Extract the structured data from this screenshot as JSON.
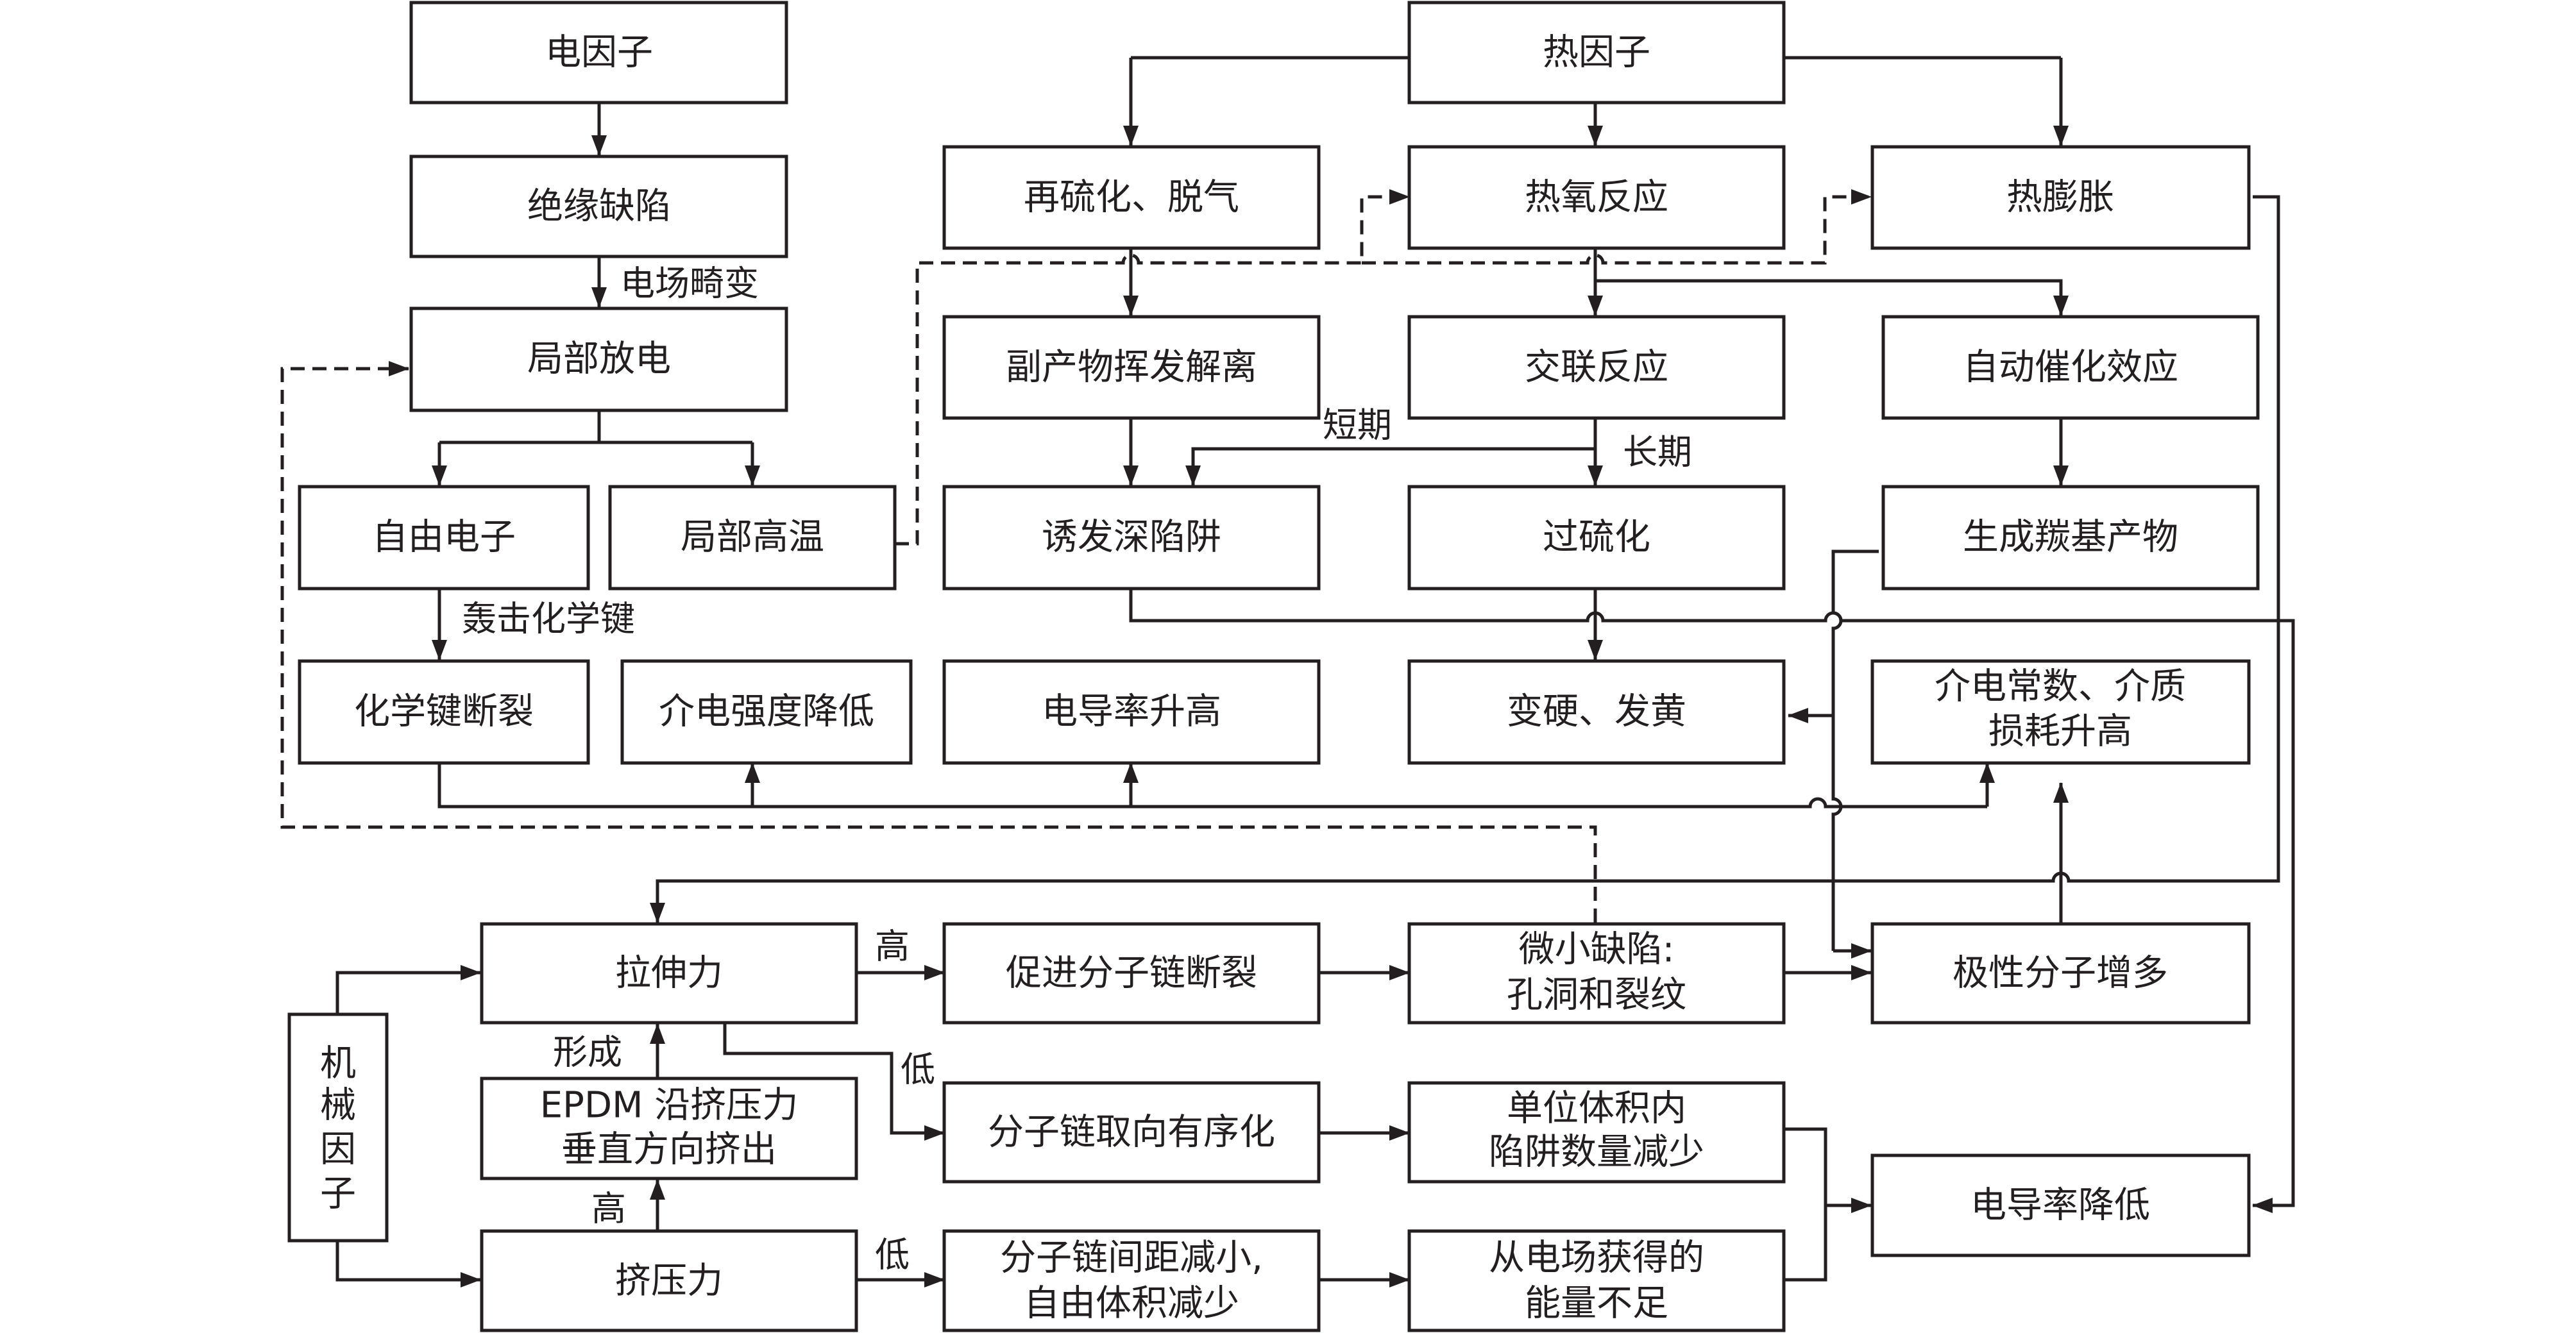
{
  "nodes": {
    "electric_factor": "电因子",
    "insulation_defect": "绝缘缺陷",
    "partial_discharge": "局部放电",
    "free_electrons": "自由电子",
    "local_high_temp": "局部高温",
    "bond_breaking": "化学键断裂",
    "dielectric_strength_drop": "介电强度降低",
    "thermal_factor": "热因子",
    "revulcanization": "再硫化、脱气",
    "thermo_oxidation": "热氧反应",
    "thermal_expansion": "热膨胀",
    "byproduct_volatilization": "副产物挥发解离",
    "crosslinking": "交联反应",
    "autocatalysis": "自动催化效应",
    "deep_traps": "诱发深陷阱",
    "overvulcanization": "过硫化",
    "carbonyl_products": "生成羰基产物",
    "conductivity_up": "电导率升高",
    "hardening_yellowing": "变硬、发黄",
    "permittivity_loss_up": [
      "介电常数、介质",
      "损耗升高"
    ],
    "tensile_force": "拉伸力",
    "chain_scission": "促进分子链断裂",
    "micro_defects": [
      "微小缺陷:",
      "孔洞和裂纹"
    ],
    "polar_molecules_up": "极性分子增多",
    "epdm_extrusion": [
      "EPDM 沿挤压力",
      "垂直方向挤出"
    ],
    "chain_orientation": "分子链取向有序化",
    "trap_density_down": [
      "单位体积内",
      "陷阱数量减少"
    ],
    "conductivity_down": "电导率降低",
    "compressive_force": "挤压力",
    "chain_spacing_down": [
      "分子链间距减小,",
      "自由体积减少"
    ],
    "insufficient_energy": [
      "从电场获得的",
      "能量不足"
    ],
    "mechanical_factor": [
      "机",
      "械",
      "因",
      "子"
    ]
  },
  "edge_labels": {
    "field_distortion": "电场畸变",
    "attack_bonds": "轰击化学键",
    "short_term": "短期",
    "long_term": "长期",
    "high_tensile": "高",
    "low_tensile": "低",
    "forms": "形成",
    "high_compressive": "高",
    "low_compressive": "低"
  }
}
